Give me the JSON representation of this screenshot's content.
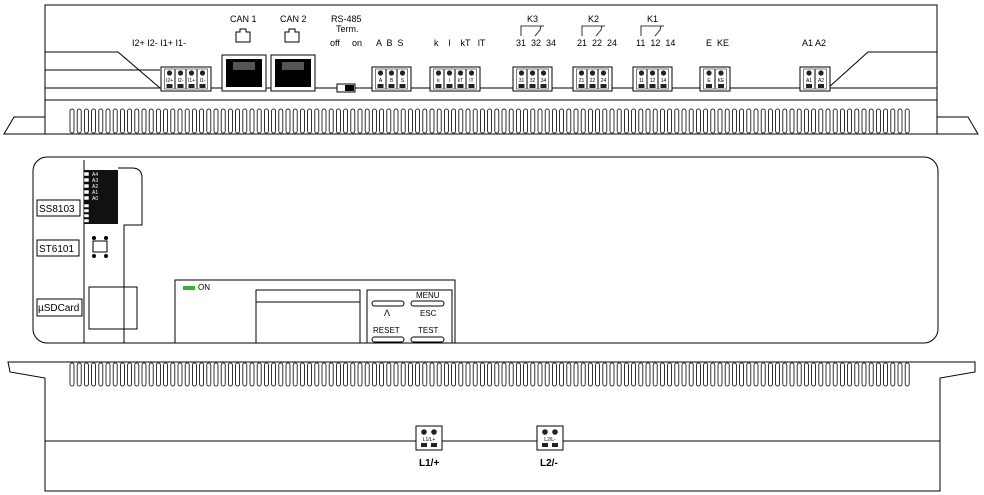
{
  "top_unit": {
    "ct_terminal": {
      "header": "I2+ I2- I1+ I1-",
      "pins": [
        "I2+",
        "I2-",
        "I1+",
        "I1-"
      ]
    },
    "can1": {
      "label": "CAN 1"
    },
    "can2": {
      "label": "CAN 2"
    },
    "rs485": {
      "label": "RS-485",
      "sublabel": "Term.",
      "off": "off",
      "on": "on"
    },
    "rs485_terminal": {
      "header": "A  B  S",
      "pins": [
        "A",
        "B",
        "S"
      ]
    },
    "k_terminal": {
      "header": "k    l    kT   lT",
      "pins": [
        "k",
        "l",
        "kT",
        "lT"
      ]
    },
    "k3": {
      "label": "K3",
      "header": "31  32  34",
      "pins": [
        "31",
        "32",
        "34"
      ]
    },
    "k2": {
      "label": "K2",
      "header": "21  22  24",
      "pins": [
        "21",
        "22",
        "24"
      ]
    },
    "k1": {
      "label": "K1",
      "header": "11  12  14",
      "pins": [
        "11",
        "12",
        "14"
      ]
    },
    "e_terminal": {
      "header": "E  KE",
      "pins": [
        "E",
        "KE"
      ]
    },
    "a_terminal": {
      "header": "A1 A2",
      "pins": [
        "A1",
        "A2"
      ]
    }
  },
  "middle_unit": {
    "module_ss": "SS8103",
    "module_st": "ST6101",
    "module_sd": "µSDCard",
    "address_pins": [
      "A4",
      "A3",
      "A2",
      "A1",
      "A0"
    ],
    "led_label": "ON",
    "led_color": "#33b233",
    "buttons": {
      "up": "Λ",
      "menu": "MENU",
      "esc": "ESC",
      "reset": "RESET",
      "test": "TEST"
    }
  },
  "bottom_unit": {
    "l1": {
      "label": "L1/+",
      "pin": "L1/L+"
    },
    "l2": {
      "label": "L2/-",
      "pin": "L2/L-"
    }
  }
}
